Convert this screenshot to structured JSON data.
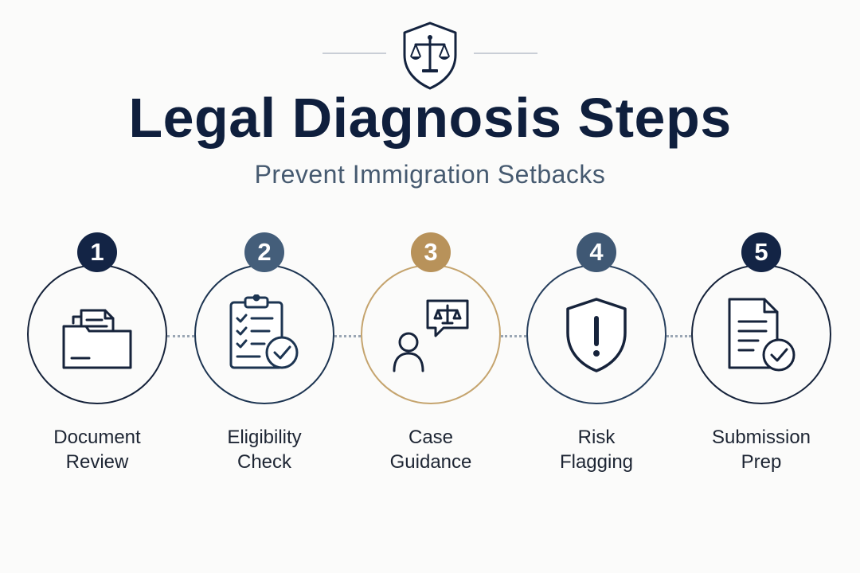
{
  "header": {
    "crest_icon": "scales-shield-icon",
    "title": "Legal Diagnosis Steps",
    "subtitle": "Prevent Immigration Setbacks"
  },
  "colors": {
    "navy": "#132445",
    "slate": "#445e7a",
    "gold": "#b8925a",
    "connector": "#9aa6b4"
  },
  "steps": [
    {
      "number": "1",
      "line1": "Document",
      "line2": "Review",
      "icon": "folder-documents-icon"
    },
    {
      "number": "2",
      "line1": "Eligibility",
      "line2": "Check",
      "icon": "clipboard-check-icon"
    },
    {
      "number": "3",
      "line1": "Case",
      "line2": "Guidance",
      "icon": "person-consultation-icon"
    },
    {
      "number": "4",
      "line1": "Risk",
      "line2": "Flagging",
      "icon": "shield-alert-icon"
    },
    {
      "number": "5",
      "line1": "Submission",
      "line2": "Prep",
      "icon": "document-check-icon"
    }
  ]
}
